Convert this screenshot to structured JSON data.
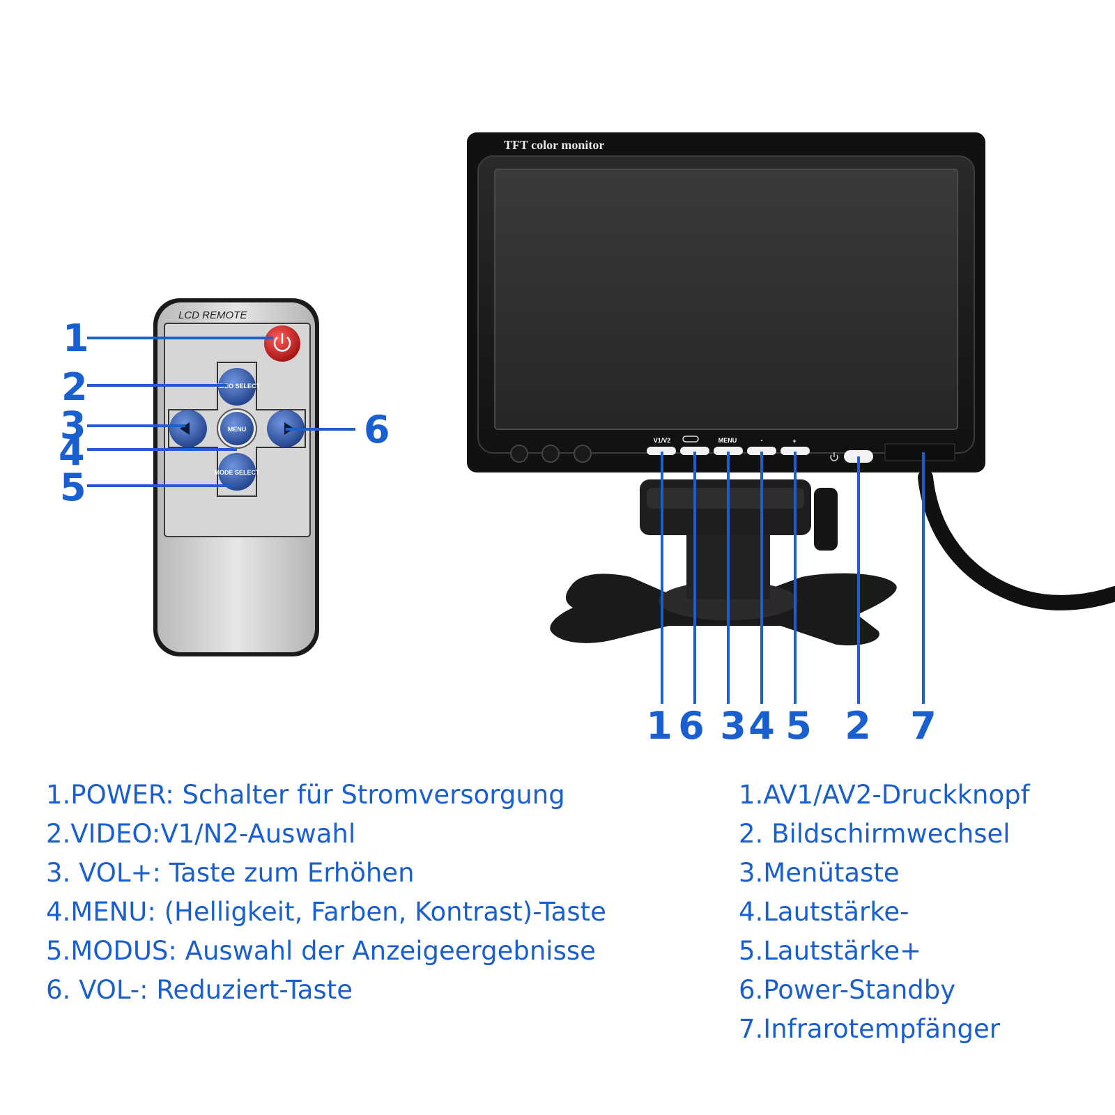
{
  "remote": {
    "label": "LCD REMOTE",
    "buttons": {
      "video_select": "VIDEO SELECT",
      "menu": "MENU",
      "mode_select": "MODE SELECT"
    },
    "callouts": [
      "1",
      "2",
      "3",
      "4",
      "5",
      "6"
    ]
  },
  "monitor": {
    "brand_text": "TFT color monitor",
    "button_labels": {
      "v1v2": "V1/V2",
      "menu": "MENU",
      "minus": "-",
      "plus": "+"
    },
    "callouts": [
      "1",
      "6",
      "3",
      "4",
      "5",
      "2",
      "7"
    ]
  },
  "legend_remote": [
    "1.POWER: Schalter für Stromversorgung",
    "2.VIDEO:V1/N2-Auswahl",
    "3. VOL+: Taste zum Erhöhen",
    "4.MENU: (Helligkeit, Farben, Kontrast)-Taste",
    "5.MODUS: Auswahl der Anzeigeergebnisse",
    "6. VOL-: Reduziert-Taste"
  ],
  "legend_monitor": [
    "1.AV1/AV2-Druckknopf",
    "2. Bildschirmwechsel",
    "3.Menütaste",
    "4.Lautstärke-",
    "5.Lautstärke+",
    "6.Power-Standby",
    "7.Infrarotempfänger"
  ],
  "colors": {
    "accent": "#1a5fd0",
    "remote_body": "#c9c9c9",
    "remote_button_blue": "#2a4f9c",
    "power_red": "#c81e1e",
    "monitor_body": "#1c1c1c"
  }
}
